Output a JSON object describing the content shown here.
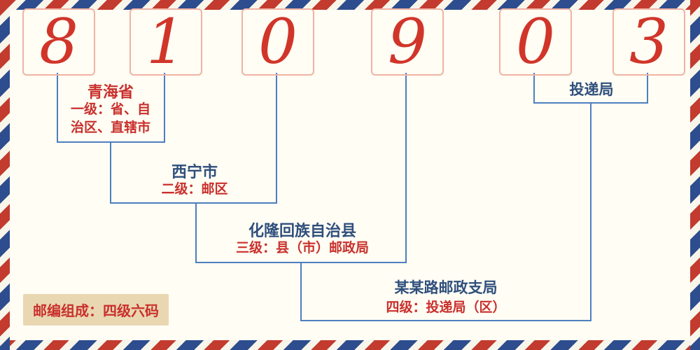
{
  "postal_code": {
    "digits": [
      "8",
      "1",
      "0",
      "9",
      "0",
      "3"
    ]
  },
  "levels": [
    {
      "name": "青海省",
      "desc": "一级：省、自治区、直辖市"
    },
    {
      "name": "西宁市",
      "desc": "二级：邮区"
    },
    {
      "name": "化隆回族自治县",
      "desc": "三级：县（市）邮政局"
    },
    {
      "name": "某某路邮政支局",
      "desc": "四级：投递局（区）"
    }
  ],
  "delivery_office_label": "投递局",
  "footer_note": "邮编组成：四级六码",
  "colors": {
    "digit_red": "#d1352a",
    "label_red": "#c9302c",
    "label_navy": "#2f4f7c",
    "line_blue": "#4d7fc0",
    "digit_box_border": "#f0b3a4",
    "note_background": "#e9d7b2",
    "border_red": "#c23b2e",
    "border_blue": "#2e4d8e"
  }
}
